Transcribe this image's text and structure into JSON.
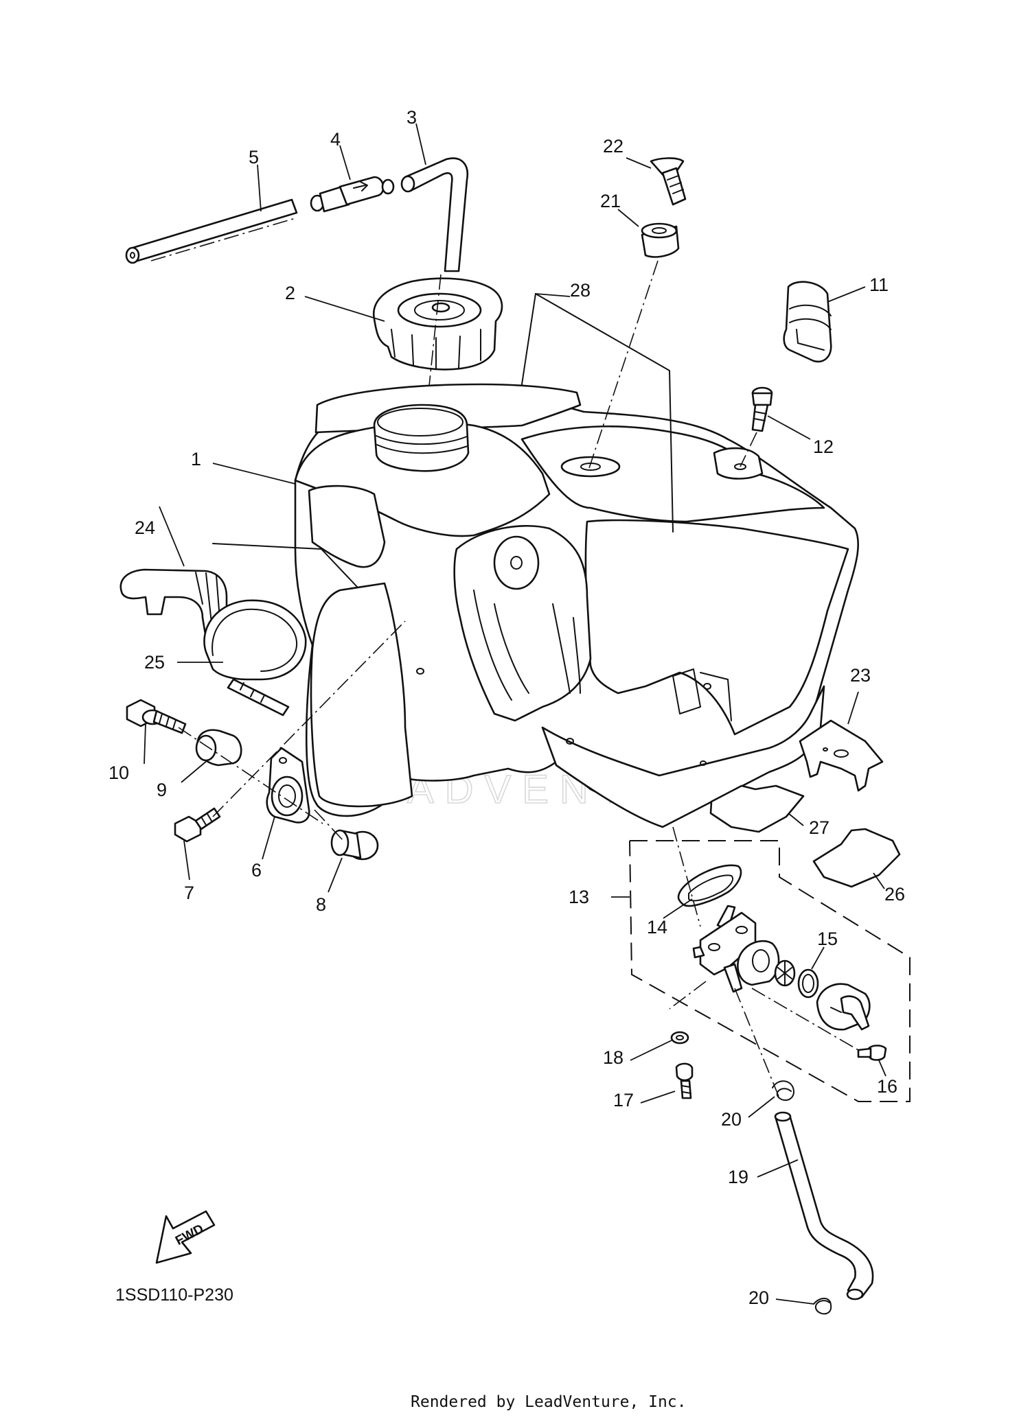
{
  "diagram": {
    "callouts": [
      "1",
      "2",
      "3",
      "4",
      "5",
      "6",
      "7",
      "8",
      "9",
      "10",
      "11",
      "12",
      "13",
      "14",
      "15",
      "16",
      "17",
      "18",
      "19",
      "20",
      "20",
      "21",
      "22",
      "23",
      "24",
      "25",
      "26",
      "27",
      "28"
    ],
    "fwd_label": "FWD",
    "diagram_code": "1SSD110-P230",
    "rendered_by": "Rendered by LeadVenture, Inc.",
    "watermark": "LEADVENTURE"
  }
}
